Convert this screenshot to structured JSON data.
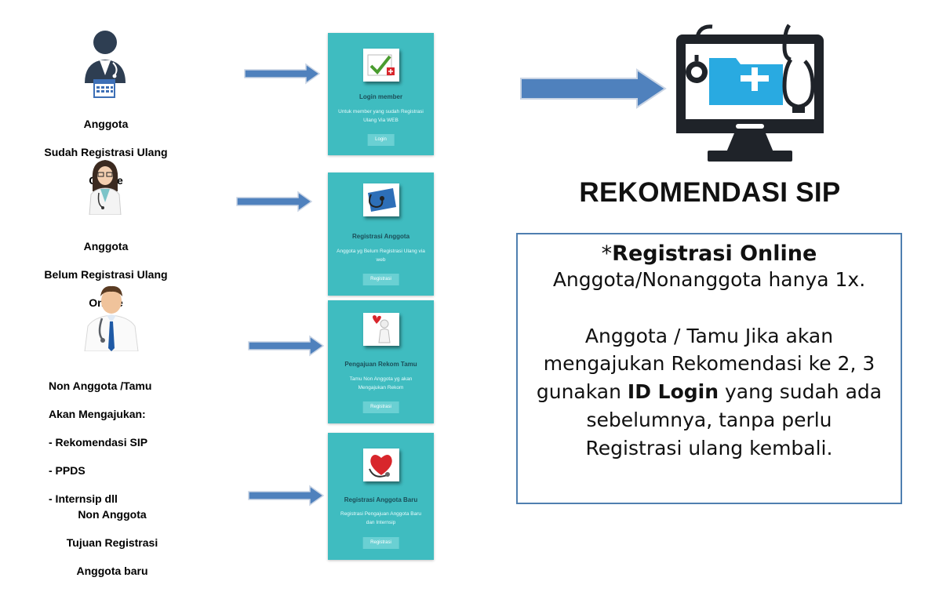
{
  "people": [
    {
      "lines": [
        "Anggota",
        "Sudah  Registrasi Ulang",
        "Online"
      ]
    },
    {
      "lines": [
        "Anggota",
        "Belum Registrasi Ulang",
        "Online"
      ]
    },
    {
      "lines": [
        "Non Anggota /Tamu",
        "Akan Mengajukan:",
        "- Rekomendasi SIP",
        "- PPDS",
        "- Internsip dll"
      ]
    },
    {
      "lines": [
        "Non Anggota",
        "Tujuan Registrasi",
        "Anggota baru"
      ]
    }
  ],
  "cards": [
    {
      "title": "Login member",
      "desc": "Untuk member yang sudah Registrasi Ulang Via WEB",
      "button": "Login"
    },
    {
      "title": "Registrasi Anggota",
      "desc": "Anggota yg Belum Registrasi Ulang via web",
      "button": "Registrasi"
    },
    {
      "title": "Pengajuan Rekom Tamu",
      "desc": "Tamu Non Anggota yg akan Mengajukan Rekom",
      "button": "Registrasi"
    },
    {
      "title": "Registrasi Anggota Baru",
      "desc": "Registrasi Pengajuan Anggota Baru dan Internsip",
      "button": "Registrasi"
    }
  ],
  "title": "REKOMENDASI SIP",
  "info": {
    "star": "*",
    "heading": "Registrasi Online",
    "line2": "Anggota/Nonanggota hanya  1x.",
    "p2_a": "Anggota / Tamu Jika akan",
    "p2_b": "mengajukan Rekomendasi ke 2, 3",
    "p2_c1": "gunakan ",
    "p2_bold": "ID Login",
    "p2_c2": " yang sudah ada",
    "p2_d": "sebelumnya, tanpa perlu",
    "p2_e": "Registrasi ulang kembali."
  },
  "colors": {
    "teal": "#3fbcc0",
    "arrow": "#4f81bd",
    "box_border": "#4f7fb0",
    "monitor": "#1f2329",
    "folder": "#29aae1"
  }
}
